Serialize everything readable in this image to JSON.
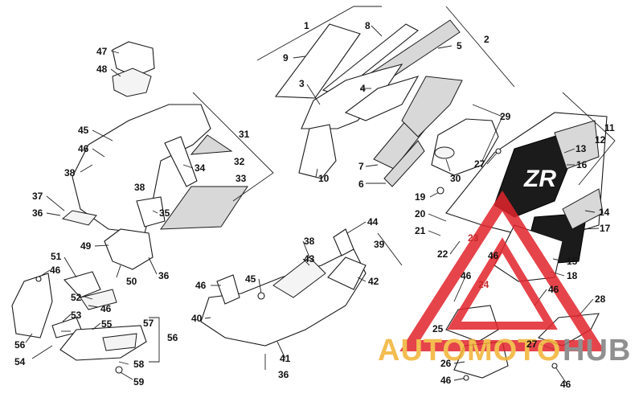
{
  "callouts": [
    {
      "id": "c1",
      "text": "1"
    },
    {
      "id": "c2",
      "text": "2"
    },
    {
      "id": "c3",
      "text": "3"
    },
    {
      "id": "c4",
      "text": "4"
    },
    {
      "id": "c5",
      "text": "5"
    },
    {
      "id": "c6",
      "text": "6"
    },
    {
      "id": "c7",
      "text": "7"
    },
    {
      "id": "c8",
      "text": "8"
    },
    {
      "id": "c9",
      "text": "9"
    },
    {
      "id": "c10",
      "text": "10"
    },
    {
      "id": "c11",
      "text": "11"
    },
    {
      "id": "c12",
      "text": "12"
    },
    {
      "id": "c13",
      "text": "13"
    },
    {
      "id": "c14",
      "text": "14"
    },
    {
      "id": "c15",
      "text": "15"
    },
    {
      "id": "c16",
      "text": "16"
    },
    {
      "id": "c17",
      "text": "17"
    },
    {
      "id": "c18",
      "text": "18"
    },
    {
      "id": "c19",
      "text": "19"
    },
    {
      "id": "c20",
      "text": "20"
    },
    {
      "id": "c21",
      "text": "21"
    },
    {
      "id": "c22",
      "text": "22"
    },
    {
      "id": "c23",
      "text": "23"
    },
    {
      "id": "c24",
      "text": "24"
    },
    {
      "id": "c25",
      "text": "25"
    },
    {
      "id": "c26",
      "text": "26"
    },
    {
      "id": "c27a",
      "text": "27"
    },
    {
      "id": "c27b",
      "text": "27"
    },
    {
      "id": "c28",
      "text": "28"
    },
    {
      "id": "c29",
      "text": "29"
    },
    {
      "id": "c30",
      "text": "30"
    },
    {
      "id": "c31",
      "text": "31"
    },
    {
      "id": "c32",
      "text": "32"
    },
    {
      "id": "c33",
      "text": "33"
    },
    {
      "id": "c34",
      "text": "34"
    },
    {
      "id": "c35",
      "text": "35"
    },
    {
      "id": "c36a",
      "text": "36"
    },
    {
      "id": "c36b",
      "text": "36"
    },
    {
      "id": "c36c",
      "text": "36"
    },
    {
      "id": "c37",
      "text": "37"
    },
    {
      "id": "c38a",
      "text": "38"
    },
    {
      "id": "c38b",
      "text": "38"
    },
    {
      "id": "c38c",
      "text": "38"
    },
    {
      "id": "c39",
      "text": "39"
    },
    {
      "id": "c40",
      "text": "40"
    },
    {
      "id": "c41",
      "text": "41"
    },
    {
      "id": "c42",
      "text": "42"
    },
    {
      "id": "c43",
      "text": "43"
    },
    {
      "id": "c44",
      "text": "44"
    },
    {
      "id": "c45a",
      "text": "45"
    },
    {
      "id": "c45b",
      "text": "45"
    },
    {
      "id": "c46a",
      "text": "46"
    },
    {
      "id": "c46b",
      "text": "46"
    },
    {
      "id": "c46c",
      "text": "46"
    },
    {
      "id": "c46d",
      "text": "46"
    },
    {
      "id": "c46e",
      "text": "46"
    },
    {
      "id": "c46f",
      "text": "46"
    },
    {
      "id": "c46g",
      "text": "46"
    },
    {
      "id": "c46h",
      "text": "46"
    },
    {
      "id": "c46i",
      "text": "46"
    },
    {
      "id": "c47",
      "text": "47"
    },
    {
      "id": "c48",
      "text": "48"
    },
    {
      "id": "c49",
      "text": "49"
    },
    {
      "id": "c50",
      "text": "50"
    },
    {
      "id": "c51",
      "text": "51"
    },
    {
      "id": "c52",
      "text": "52"
    },
    {
      "id": "c53",
      "text": "53"
    },
    {
      "id": "c54",
      "text": "54"
    },
    {
      "id": "c55",
      "text": "55"
    },
    {
      "id": "c56a",
      "text": "56"
    },
    {
      "id": "c56b",
      "text": "56"
    },
    {
      "id": "c57",
      "text": "57"
    },
    {
      "id": "c58",
      "text": "58"
    },
    {
      "id": "c59",
      "text": "59"
    }
  ],
  "decal": {
    "text": "ZR"
  },
  "watermark": {
    "brand_part1": "AUTOMOTO",
    "brand_part2": "HUB",
    "color_red": "#e2242c",
    "color_gold": "#f2b233",
    "color_gray": "#7d7d7d"
  }
}
